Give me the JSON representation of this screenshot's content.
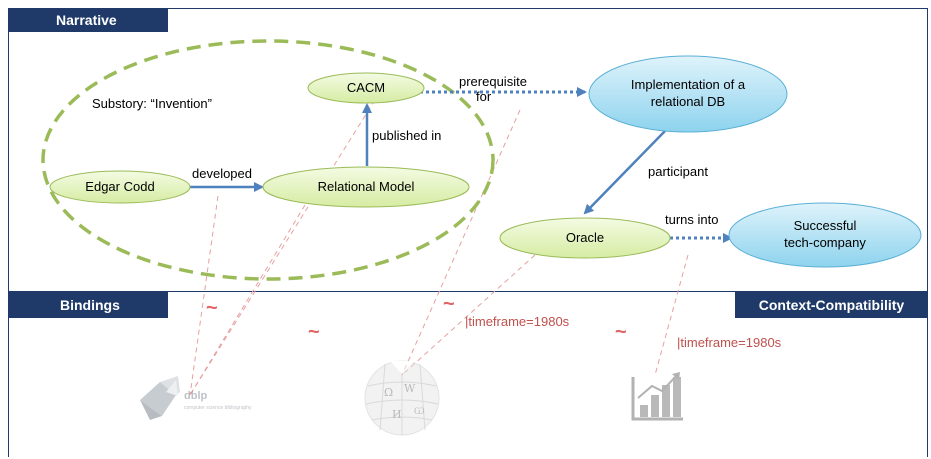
{
  "sections": {
    "narrative": "Narrative",
    "bindings": "Bindings",
    "context": "Context-Compatibility"
  },
  "substory_label": "Substory: “Invention”",
  "nodes": {
    "edgar": "Edgar Codd",
    "relational": "Relational Model",
    "cacm": "CACM",
    "impl_line1": "Implementation of a",
    "impl_line2": "relational DB",
    "oracle": "Oracle",
    "success_line1": "Successful",
    "success_line2": "tech-company"
  },
  "edges": {
    "developed": "developed",
    "published_in": "published in",
    "prerequisite_line1": "prerequisite",
    "prerequisite_line2": "for",
    "participant": "participant",
    "turns_into": "turns into"
  },
  "bindings": {
    "tilde": "~",
    "timeframe1": "|timeframe=1980s",
    "timeframe2": "|timeframe=1980s"
  },
  "sources": {
    "dblp_title": "dblp",
    "dblp_subtitle": "computer science bibliography"
  },
  "colors": {
    "header_bg": "#1f3a68",
    "green_node": "#e6f5c3",
    "green_border": "#9bbb59",
    "blue_node": "#b3e3f5",
    "blue_border": "#5bb0d6",
    "edge": "#4f81bd",
    "binding": "#e6a0a0"
  }
}
